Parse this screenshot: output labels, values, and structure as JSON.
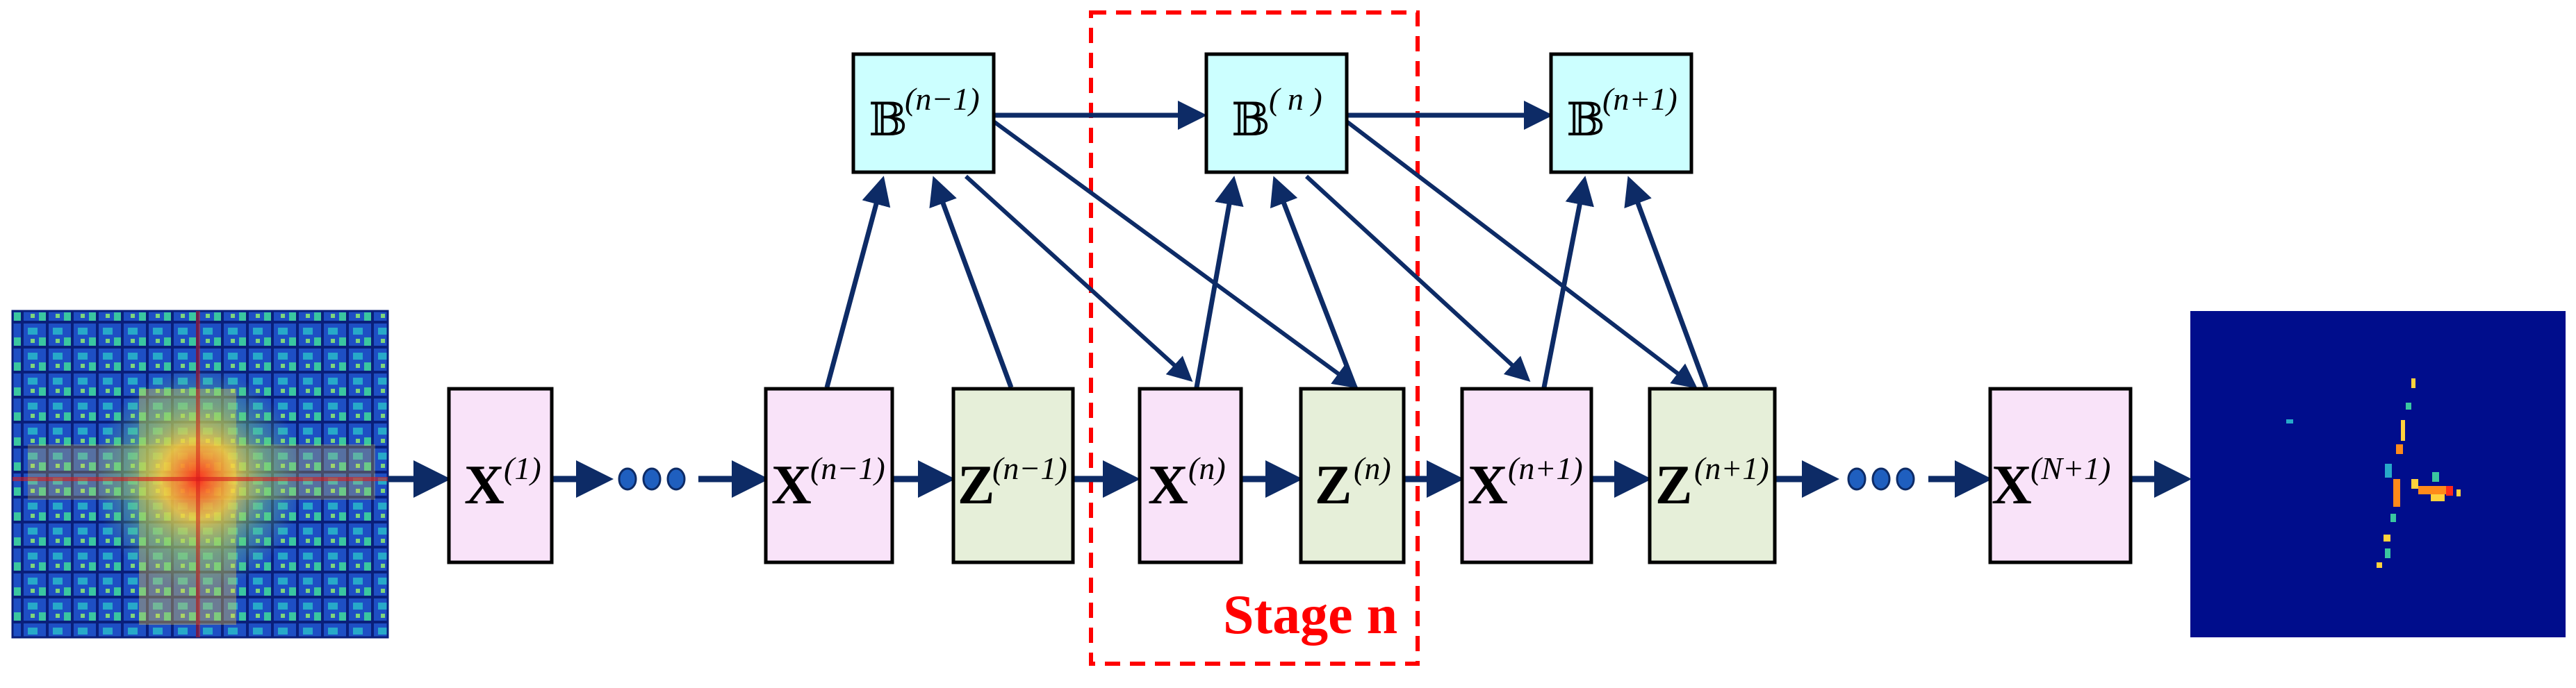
{
  "colors": {
    "arrow": "#0d2b66",
    "x_box_fill": "#f9e3f9",
    "z_box_fill": "#e6efd9",
    "b_box_fill": "#ccffff",
    "box_stroke": "#000000",
    "stage_red": "#ff0000",
    "output_bg": "#000d8c"
  },
  "stage_label": "Stage n",
  "nodes": {
    "x1": {
      "base": "X",
      "sup": "(1)"
    },
    "xnm1": {
      "base": "X",
      "sup": "(n−1)"
    },
    "znm1": {
      "base": "Z",
      "sup": "(n−1)"
    },
    "xn": {
      "base": "X",
      "sup": "(n)"
    },
    "zn": {
      "base": "Z",
      "sup": "(n)"
    },
    "xnp1": {
      "base": "X",
      "sup": "(n+1)"
    },
    "znp1": {
      "base": "Z",
      "sup": "(n+1)"
    },
    "xN1": {
      "base": "X",
      "sup": "(N+1)"
    },
    "bnm1": {
      "base": "𝔹",
      "sup": "(n−1)"
    },
    "bn": {
      "base": "𝔹",
      "sup": "( n )"
    },
    "bnp1": {
      "base": "𝔹",
      "sup": "(n+1)"
    }
  },
  "images": {
    "input": "input-heatmap",
    "output": "output-reconstruction"
  }
}
